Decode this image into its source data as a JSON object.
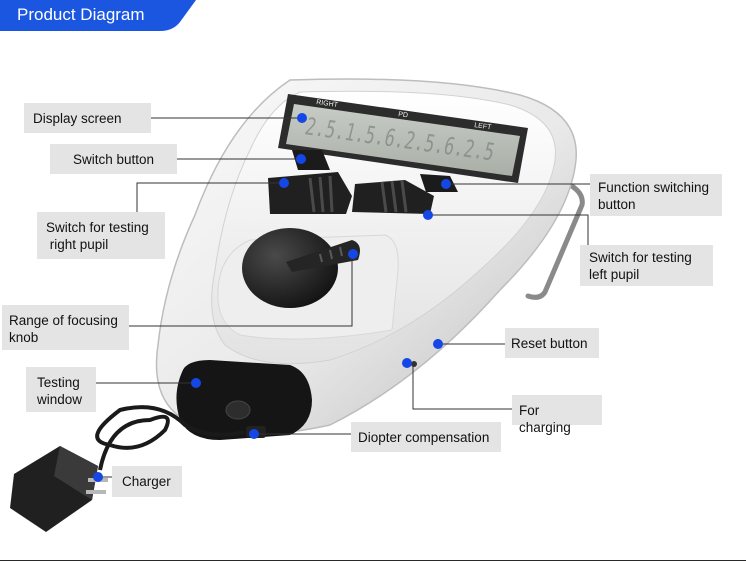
{
  "header": {
    "title": "Product Diagram"
  },
  "device": {
    "display": {
      "right_caption": "RIGHT",
      "center_caption": "PD",
      "left_caption": "LEFT",
      "digits": "2.5.1.5.6.2.5.6.2.5"
    }
  },
  "callouts": {
    "display_screen": "Display screen",
    "switch_button": "Switch button",
    "switch_right_pupil": "Switch for testing\n right pupil",
    "function_switching": "Function switching\nbutton",
    "switch_left_pupil": "Switch for testing\nleft pupil",
    "focusing_knob": "Range of focusing\nknob",
    "reset_button": "Reset button",
    "testing_window": "Testing\nwindow",
    "for_charging": "For charging",
    "diopter_compensation": "Diopter compensation",
    "charger": "Charger"
  },
  "colors": {
    "header_blue": "#1a56e0",
    "marker_blue": "#1447e6",
    "label_bg": "#e4e4e4",
    "leader_line": "#333333"
  }
}
